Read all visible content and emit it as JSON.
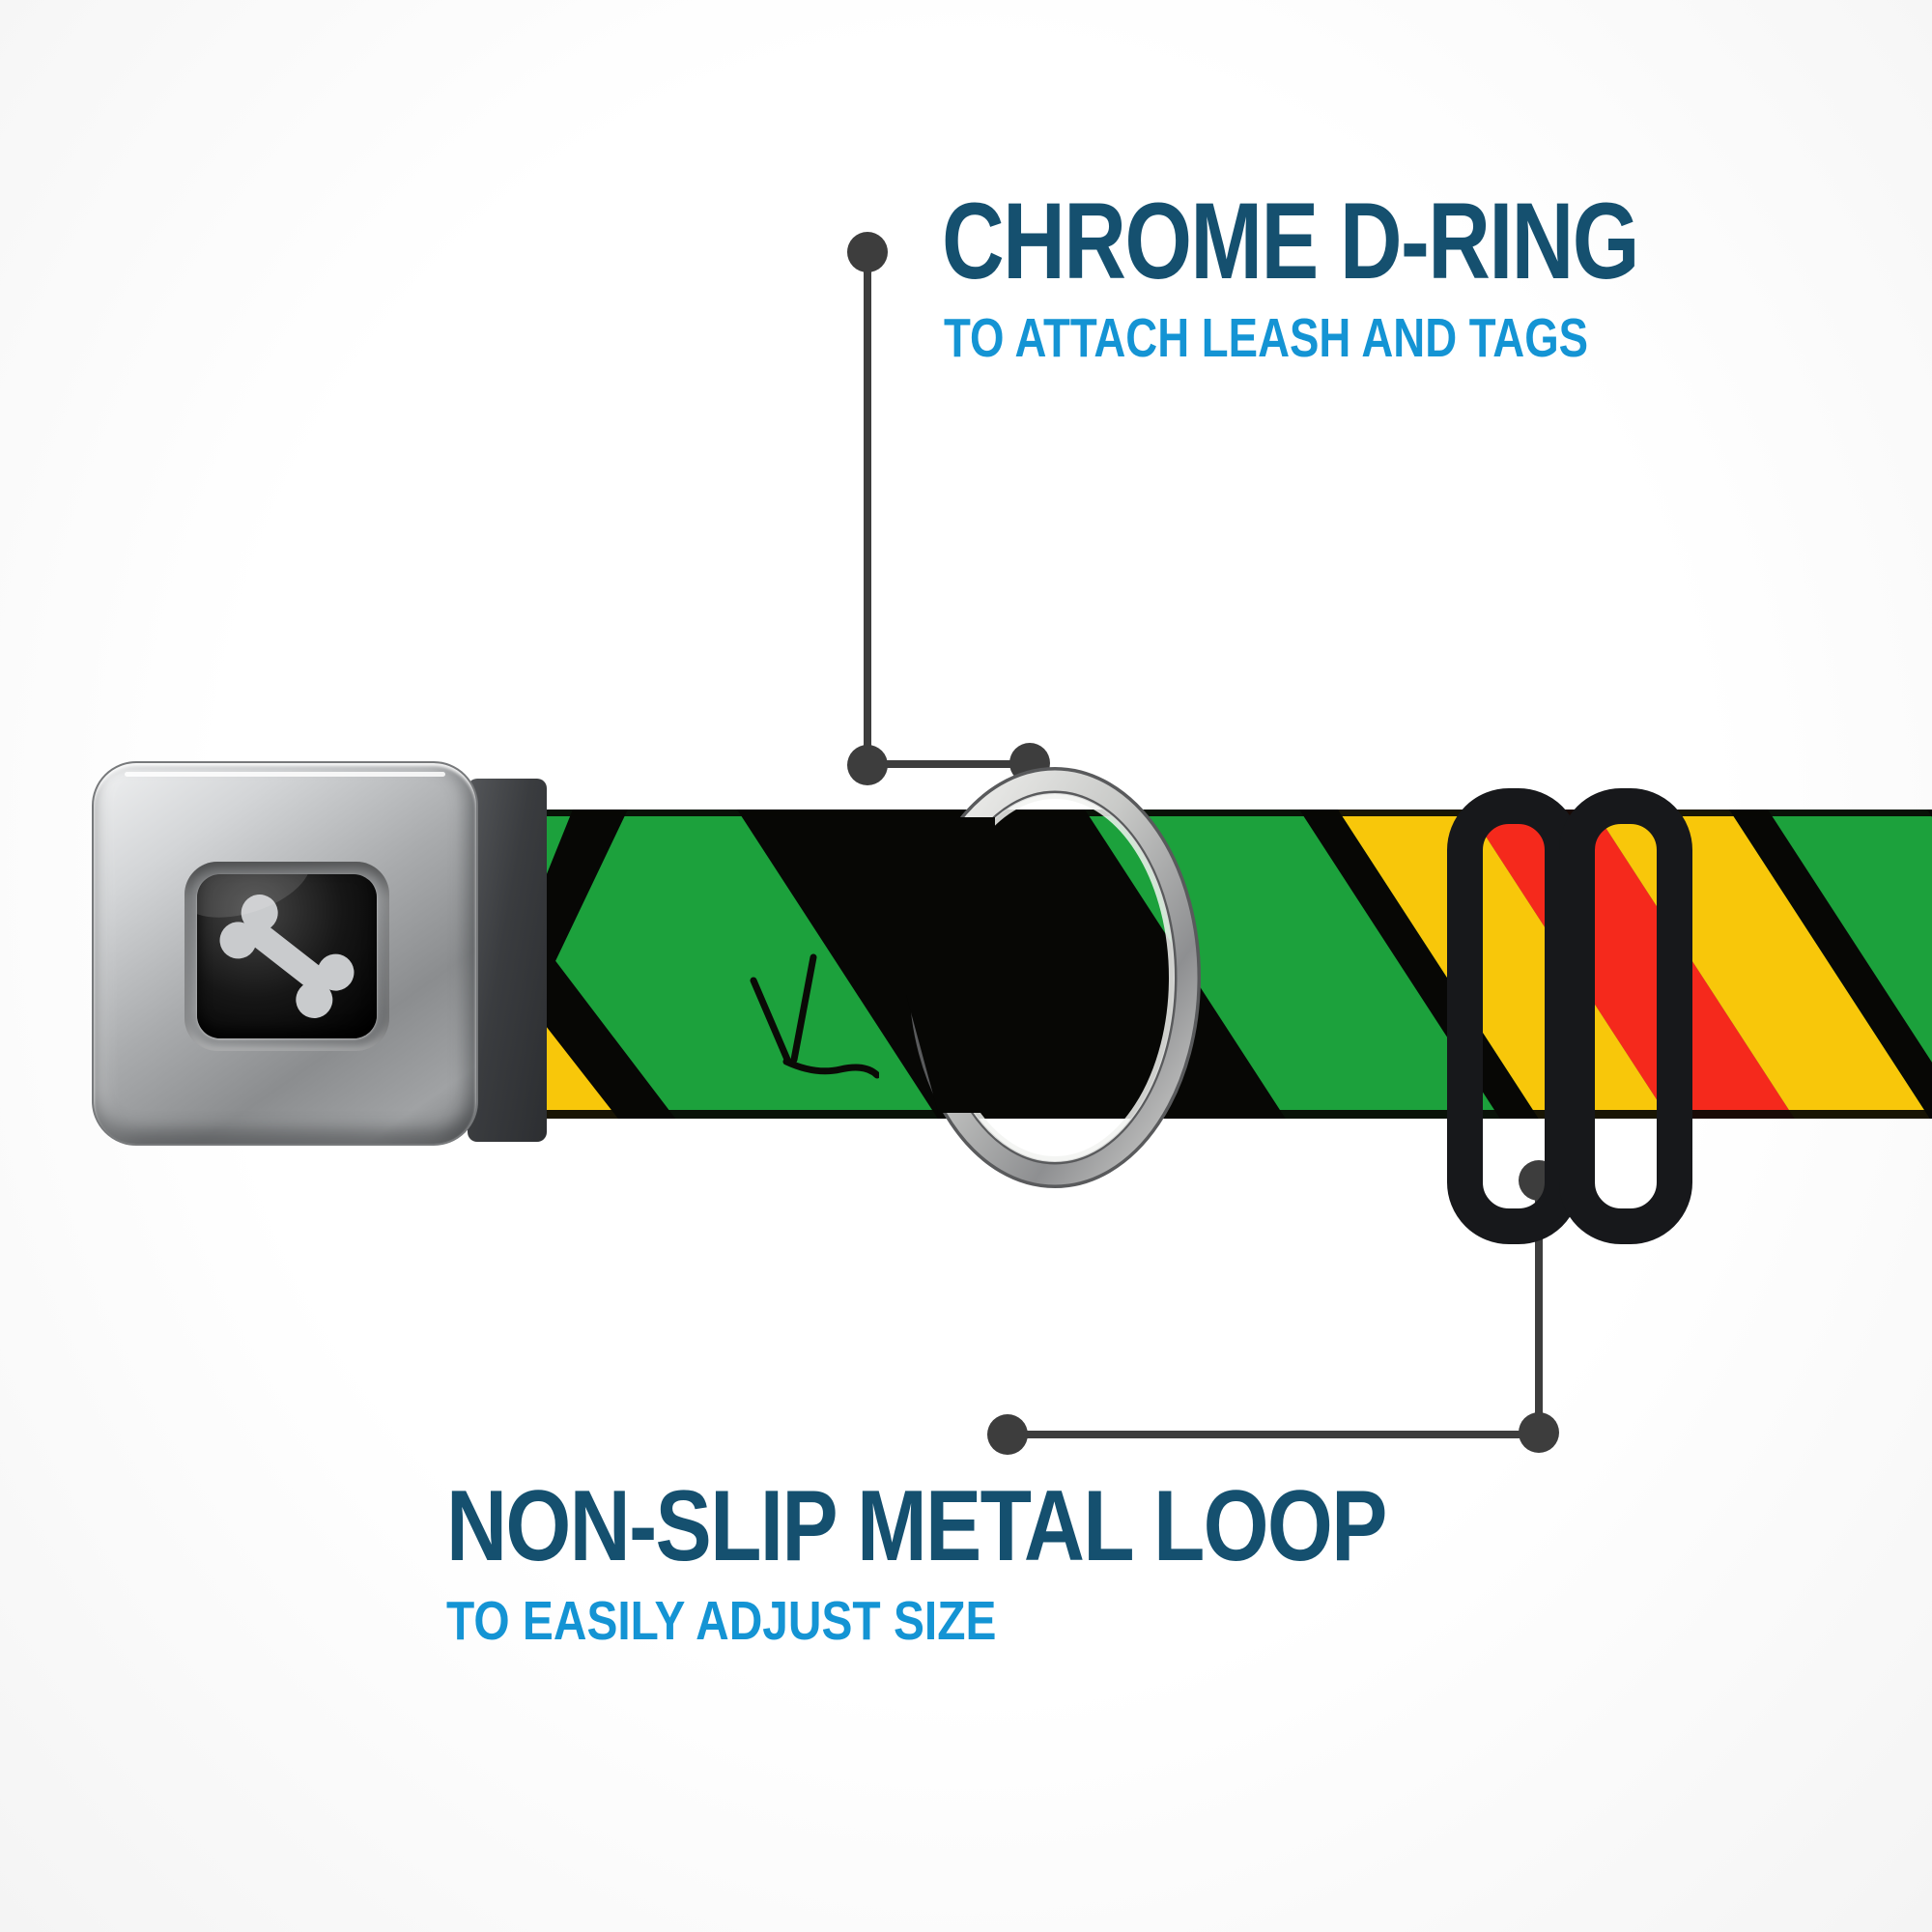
{
  "callouts": {
    "top": {
      "title": "CHROME D-RING",
      "subtitle": "TO ATTACH LEASH AND TAGS"
    },
    "bottom": {
      "title": "NON-SLIP METAL LOOP",
      "subtitle": "TO EASILY ADJUST SIZE"
    }
  },
  "colors": {
    "title_blue": "#15506f",
    "subtitle_blue": "#1494d4",
    "callout_gray": "#3d3d3d",
    "strap_green": "#1ca13c",
    "strap_yellow": "#f8c70a",
    "strap_red": "#f5291c",
    "strap_black": "#070705",
    "chrome_light": "#f0f1f2",
    "chrome_dark": "#8b8d8f",
    "slider_black": "#17181b"
  },
  "components": {
    "buckle": "seatbelt-buckle",
    "buckle_logo": "bone-icon",
    "ring": "chrome-d-ring",
    "slider": "non-slip-metal-loop",
    "strap": "striped-collar-webbing"
  }
}
